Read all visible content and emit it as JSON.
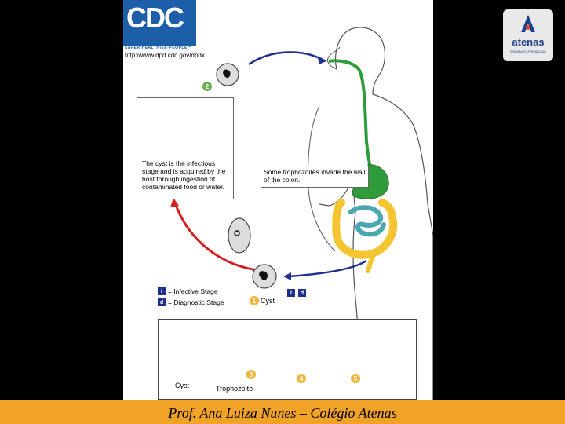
{
  "logo": {
    "letters": "CDC",
    "tagline": "SAFER·HEALTHIER·PEOPLE™",
    "url": "http://www.dpd.cdc.gov/dpdx"
  },
  "food_box": {
    "text": "The cyst is the infectious stage and is acquired by the host through ingestion of contaminated food or water."
  },
  "colon_box": {
    "text": "Some trophozoites invade the wall of the colon."
  },
  "legend": {
    "infective_icon": "i",
    "infective_label": "= Infective Stage",
    "diagnostic_icon": "d",
    "diagnostic_label": "= Diagnostic Stage"
  },
  "stages": {
    "step1": "1",
    "step2": "2",
    "step3": "3",
    "step4": "4",
    "step5": "5",
    "cyst_label": "Cyst",
    "cyst_i": "i",
    "cyst_d": "d"
  },
  "lower": {
    "cyst_label": "Cyst",
    "trophozoite_label": "Trophozoite"
  },
  "brand": {
    "name": "atenas",
    "sub": "SEU MAIOR APRENDIZADO"
  },
  "footer": {
    "text": "Prof. Ana Luiza Nunes – Colégio Atenas"
  },
  "colors": {
    "footer_bg": "#f0a326",
    "cdc_blue": "#1c5ea8",
    "arrow_blue": "#1f2f8e",
    "arrow_red": "#d42020",
    "gut_green": "#2e9c3a",
    "colon_yellow": "#f5c431",
    "intestine_teal": "#4aa6b0"
  }
}
